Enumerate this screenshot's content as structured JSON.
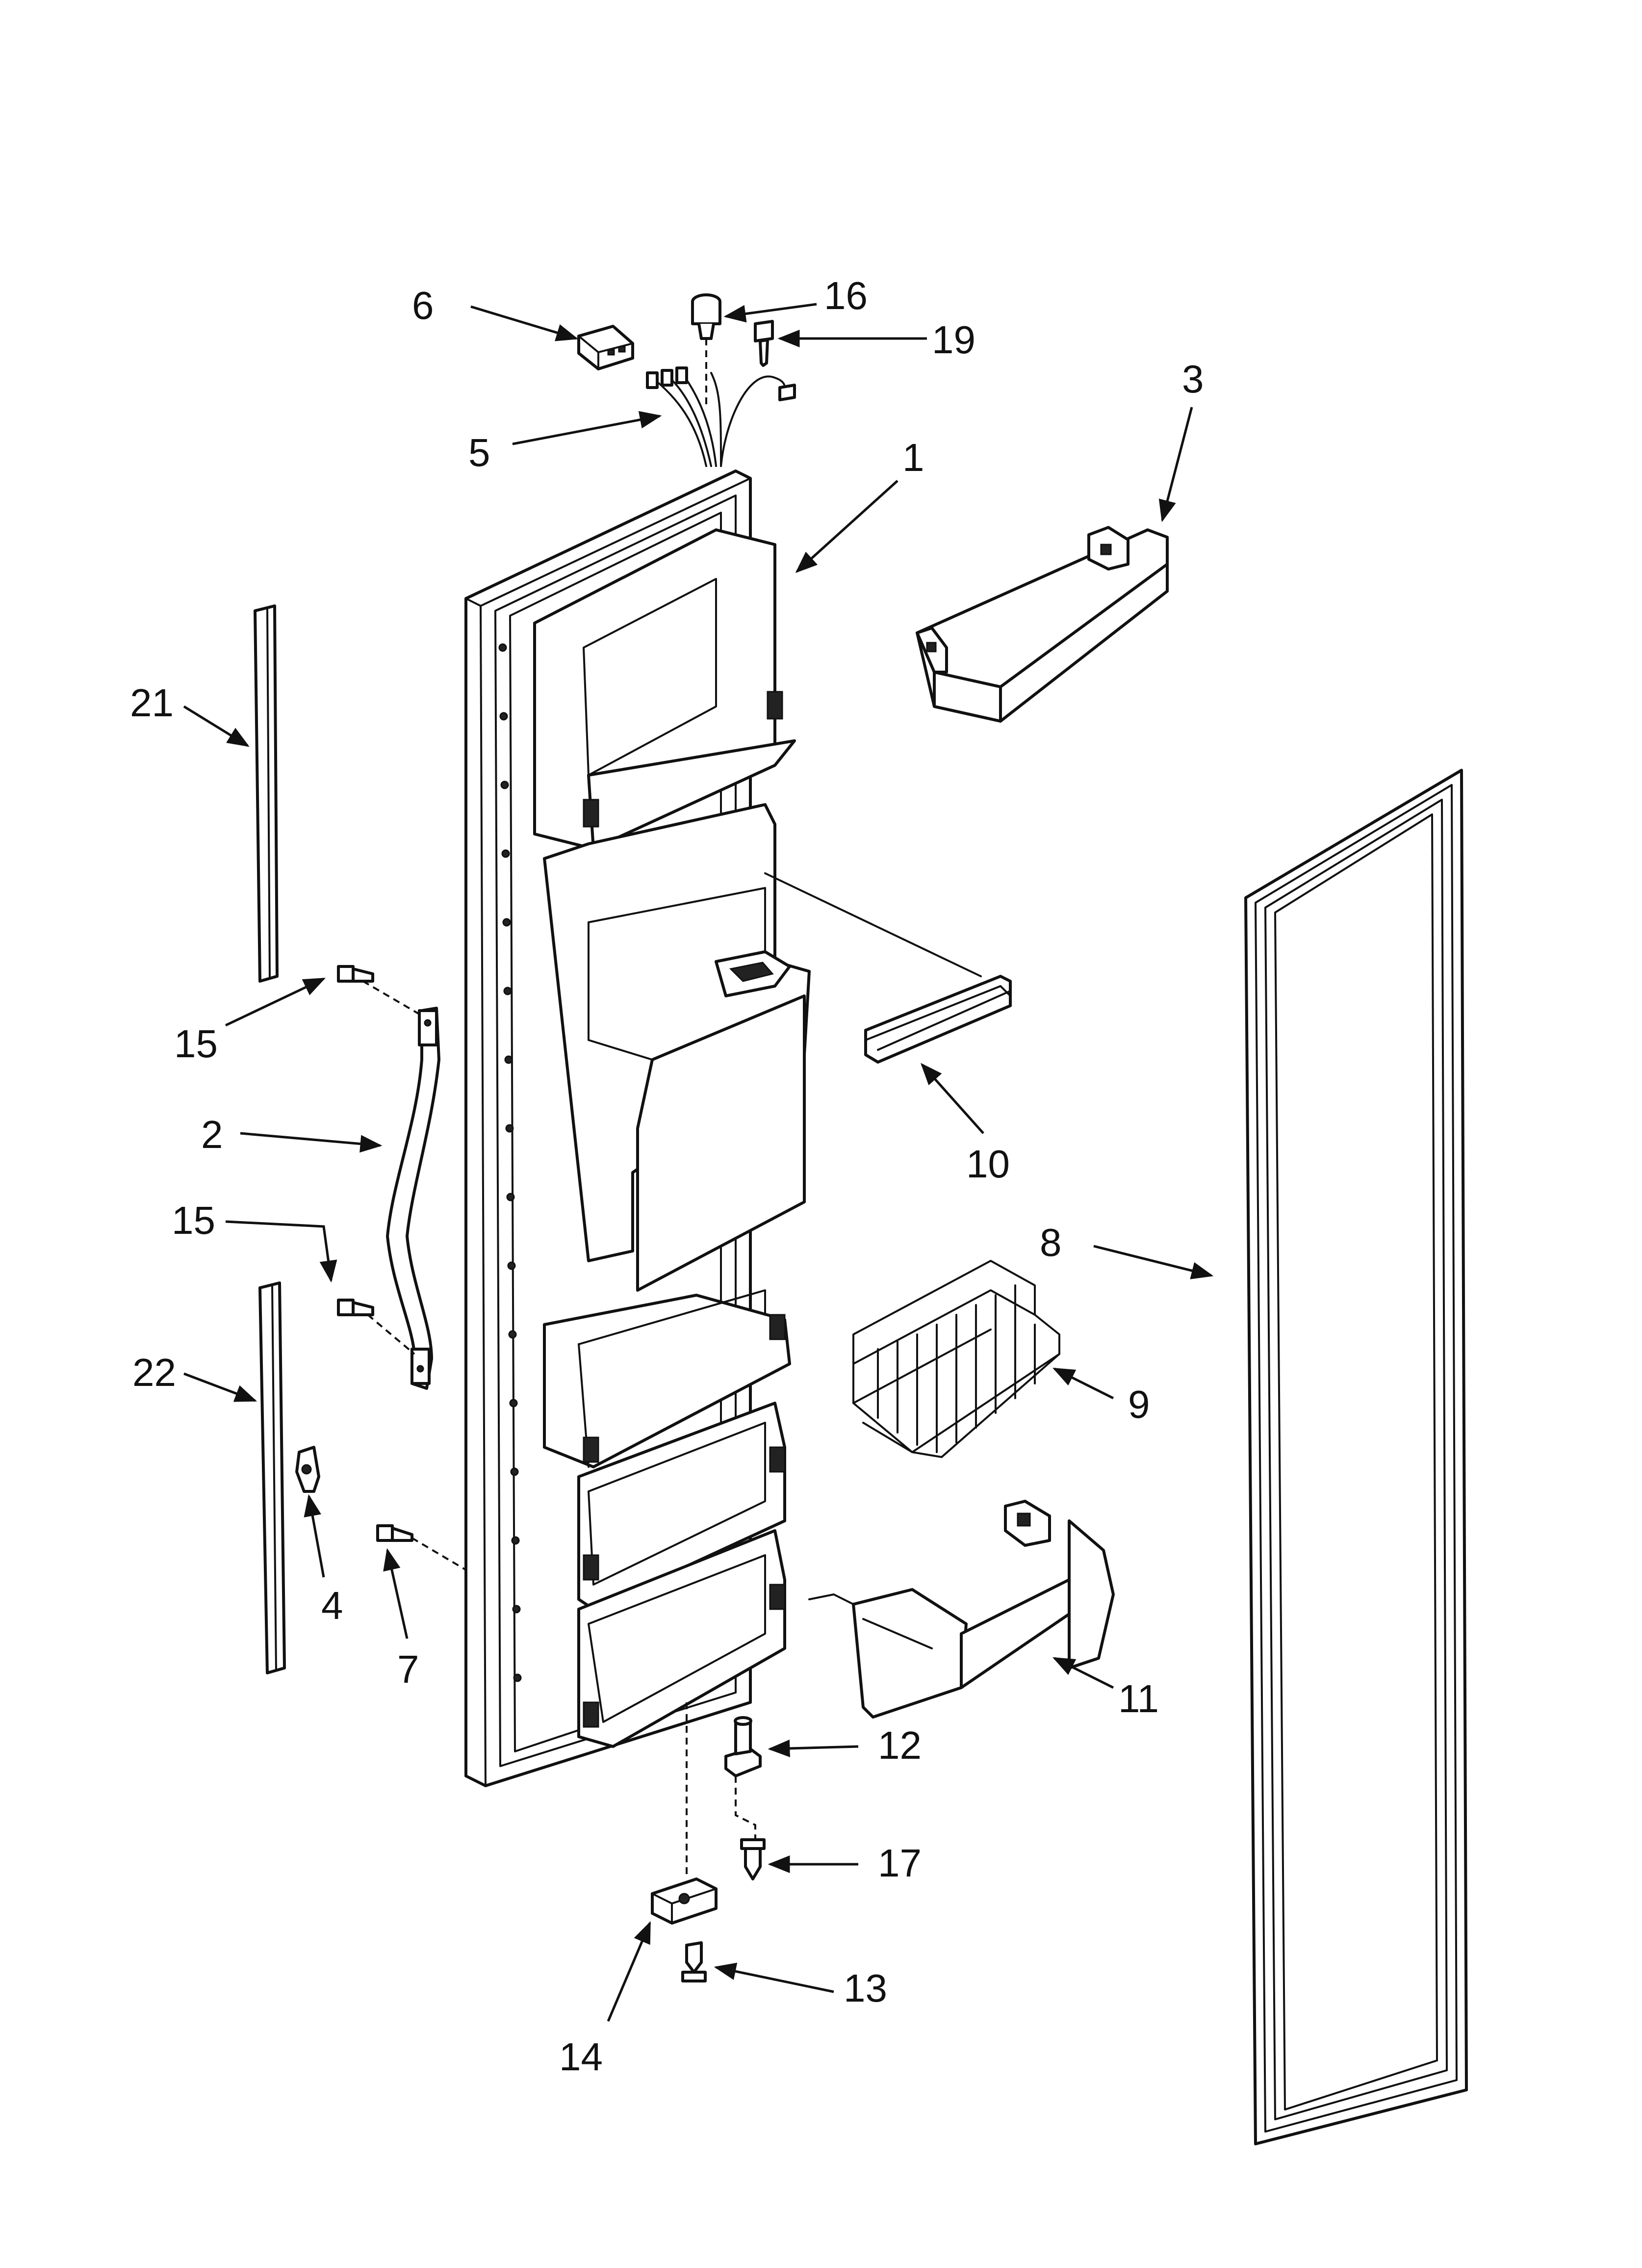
{
  "callouts": {
    "c1": "1",
    "c2": "2",
    "c3": "3",
    "c4": "4",
    "c5": "5",
    "c6": "6",
    "c7": "7",
    "c8": "8",
    "c9": "9",
    "c10": "10",
    "c11": "11",
    "c12": "12",
    "c13": "13",
    "c14": "14",
    "c15a": "15",
    "c15b": "15",
    "c16": "16",
    "c17": "17",
    "c19": "19",
    "c21": "21",
    "c22": "22"
  }
}
